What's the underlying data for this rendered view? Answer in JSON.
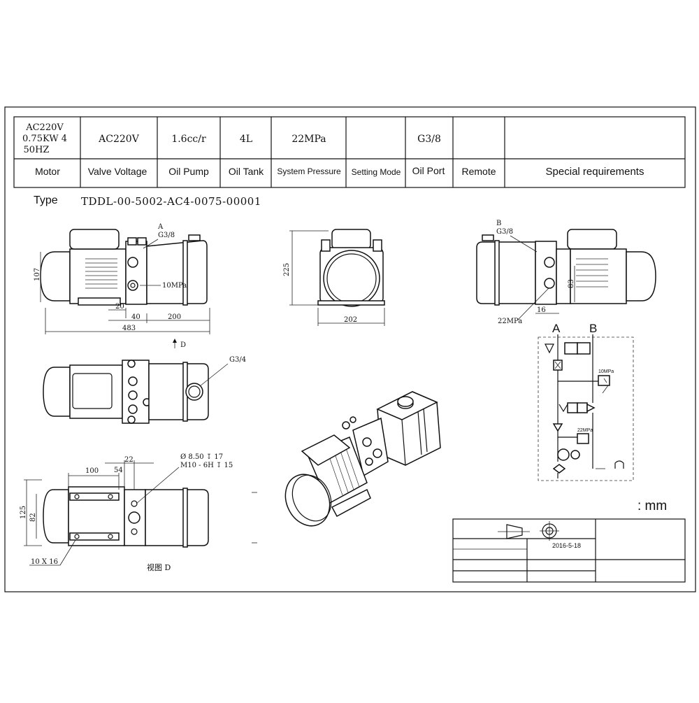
{
  "spec_table": {
    "values": {
      "motor": [
        "AC220V",
        "0.75KW 4",
        "50HZ"
      ],
      "valve_voltage": "AC220V",
      "oil_pump": "1.6cc/r",
      "oil_tank": "4L",
      "system_pressure": "22MPa",
      "setting_mode": "",
      "oil_port": "G3/8",
      "remote": "",
      "special_requirements": ""
    },
    "headers": {
      "motor": "Motor",
      "valve_voltage": "Valve Voltage",
      "oil_pump": "Oil Pump",
      "oil_tank": "Oil Tank",
      "system_pressure": "System Pressure",
      "setting_mode": "Setting Mode",
      "oil_port": "Oil Port",
      "remote": "Remote",
      "special_requirements": "Special requirements"
    }
  },
  "type_row": {
    "label": "Type",
    "code": "TDDL-00-5002-AC4-0075-00001"
  },
  "front_view": {
    "port_label": "A",
    "port_thread": "G3/8",
    "relief_setting": "10MPa",
    "dim_height": "107",
    "dim_20": "20",
    "dim_40": "40",
    "dim_200": "200",
    "dim_overall": "483",
    "view_arrow_label": "D"
  },
  "end_view": {
    "dim_height": "225",
    "dim_width": "202"
  },
  "rear_view": {
    "port_label": "B",
    "port_thread": "G3/8",
    "dim_83": "83",
    "dim_16": "16",
    "relief_setting": "22MPa"
  },
  "top_view": {
    "filler_thread": "G3/4"
  },
  "bottom_view": {
    "dim_100": "100",
    "dim_22": "22",
    "dim_54": "54",
    "hole_note_1": "Ø 8.50 ↧ 17",
    "hole_note_2": "M10 - 6H ↧ 15",
    "dim_125": "125",
    "dim_82": "82",
    "slot_note": "10 X 16",
    "view_caption": "视图 D"
  },
  "schematic": {
    "port_a": "A",
    "port_b": "B",
    "relief_1": "10MPa",
    "relief_2": "22MPa"
  },
  "units_note": ": mm",
  "title_block": {
    "date": "2016-5-18"
  }
}
